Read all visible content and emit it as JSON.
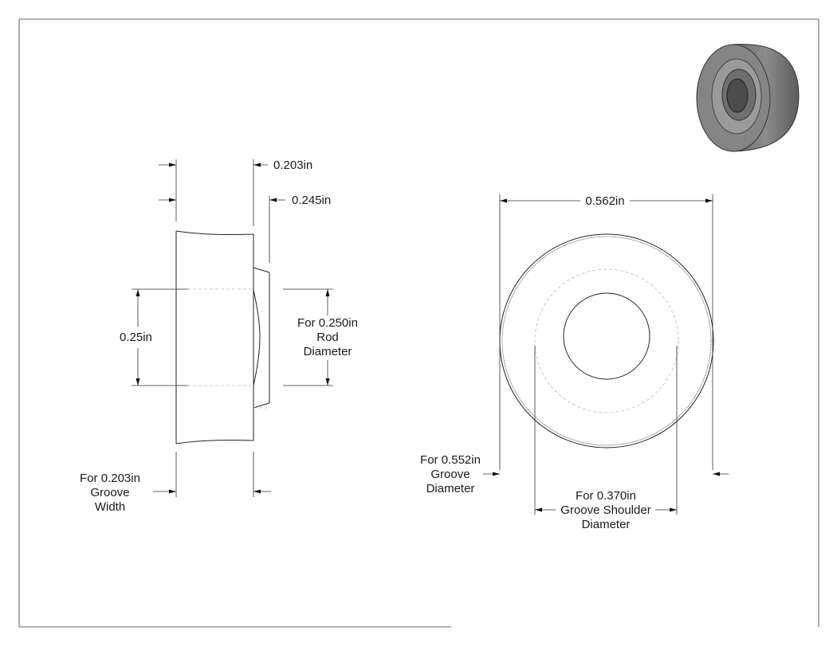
{
  "side_view": {
    "dim_top_1": "0.203in",
    "dim_top_2": "0.245in",
    "dim_left": "0.25in",
    "rod_label": [
      "For 0.250in",
      "Rod",
      "Diameter"
    ],
    "groove_width_label": [
      "For 0.203in",
      "Groove",
      "Width"
    ]
  },
  "front_view": {
    "dim_top": "0.562in",
    "groove_diameter_label": [
      "For 0.552in",
      "Groove",
      "Diameter"
    ],
    "shoulder_label": [
      "For 0.370in",
      "Groove Shoulder",
      "Diameter"
    ]
  },
  "thumbnail": {
    "icon": "3d-bearing-render-icon",
    "fill": "#7a7a7a"
  }
}
